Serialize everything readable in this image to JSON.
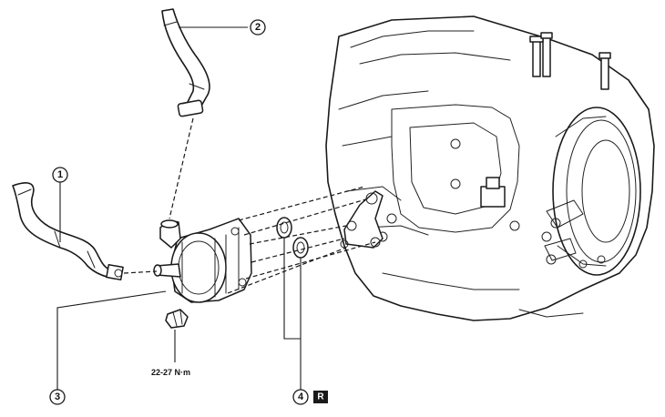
{
  "callouts": [
    {
      "id": "c1",
      "label": "1"
    },
    {
      "id": "c2",
      "label": "2"
    },
    {
      "id": "c3",
      "label": "3"
    },
    {
      "id": "c4",
      "label": "4"
    }
  ],
  "torque_spec": "22-27 N·m",
  "replace_badge": "R"
}
